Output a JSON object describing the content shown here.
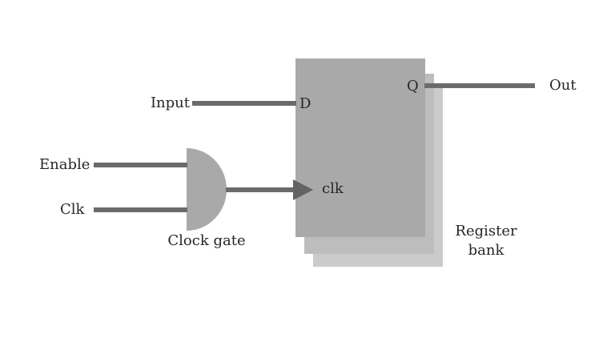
{
  "diagram": {
    "labels": {
      "input": "Input",
      "enable": "Enable",
      "clk_signal": "Clk",
      "clock_gate": "Clock gate",
      "d_port": "D",
      "clk_port": "clk",
      "q_port": "Q",
      "out": "Out",
      "register_bank_line1": "Register",
      "register_bank_line2": "bank"
    },
    "colors": {
      "background": "#ffffff",
      "register_front": "#a9a9a9",
      "register_middle": "#bdbdbd",
      "register_back": "#cbcbcb",
      "gate_fill": "#a9a9a9",
      "wire": "#6b6b6b",
      "arrow": "#636363",
      "text": "#262626"
    }
  }
}
